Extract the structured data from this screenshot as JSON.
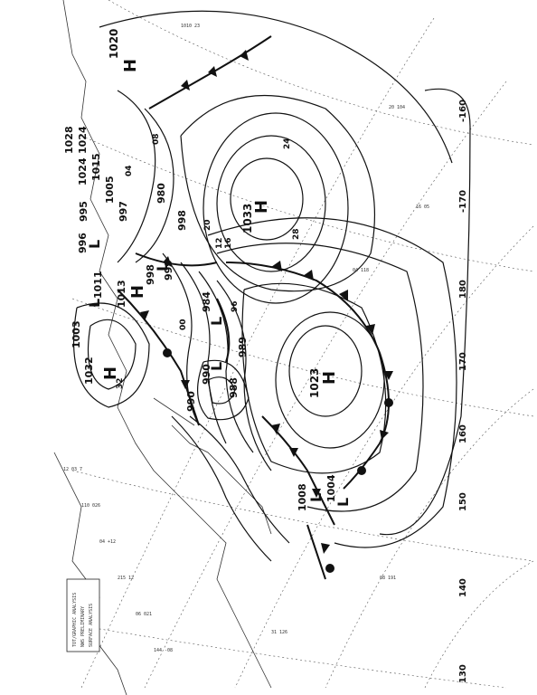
{
  "map_labels": {
    "highs": [
      {
        "letter": "H",
        "pressure": "1020"
      },
      {
        "letter": "H",
        "pressure": "1033"
      },
      {
        "letter": "H",
        "pressure": "1023"
      },
      {
        "letter": "H",
        "pressure": "1032"
      },
      {
        "letter": "H",
        "pressure": "1013"
      }
    ],
    "lows": [
      {
        "letter": "L",
        "pressure": "998"
      },
      {
        "letter": "L",
        "pressure": "984"
      },
      {
        "letter": "L",
        "pressure": "990"
      },
      {
        "letter": "L",
        "pressure": "1004"
      },
      {
        "letter": "L",
        "pressure": "1008"
      },
      {
        "letter": "L",
        "pressure": "1011"
      },
      {
        "letter": "L",
        "pressure": "996"
      }
    ],
    "pressure_values": [
      "1028",
      "1024",
      "1024",
      "1015",
      "1005",
      "997",
      "995",
      "998",
      "999",
      "1003",
      "989",
      "988",
      "990",
      "980"
    ],
    "isobar_labels": [
      "08",
      "12",
      "16",
      "20",
      "24",
      "28",
      "32",
      "00",
      "04",
      "96"
    ],
    "longitudes": [
      "-160",
      "-170",
      "180",
      "170",
      "160",
      "150",
      "140",
      "130"
    ],
    "header_text": [
      "TOT/GRAPHIC ANALYSIS",
      "NWS PRELIMINARY",
      "SURFACE ANALYSIS"
    ]
  }
}
